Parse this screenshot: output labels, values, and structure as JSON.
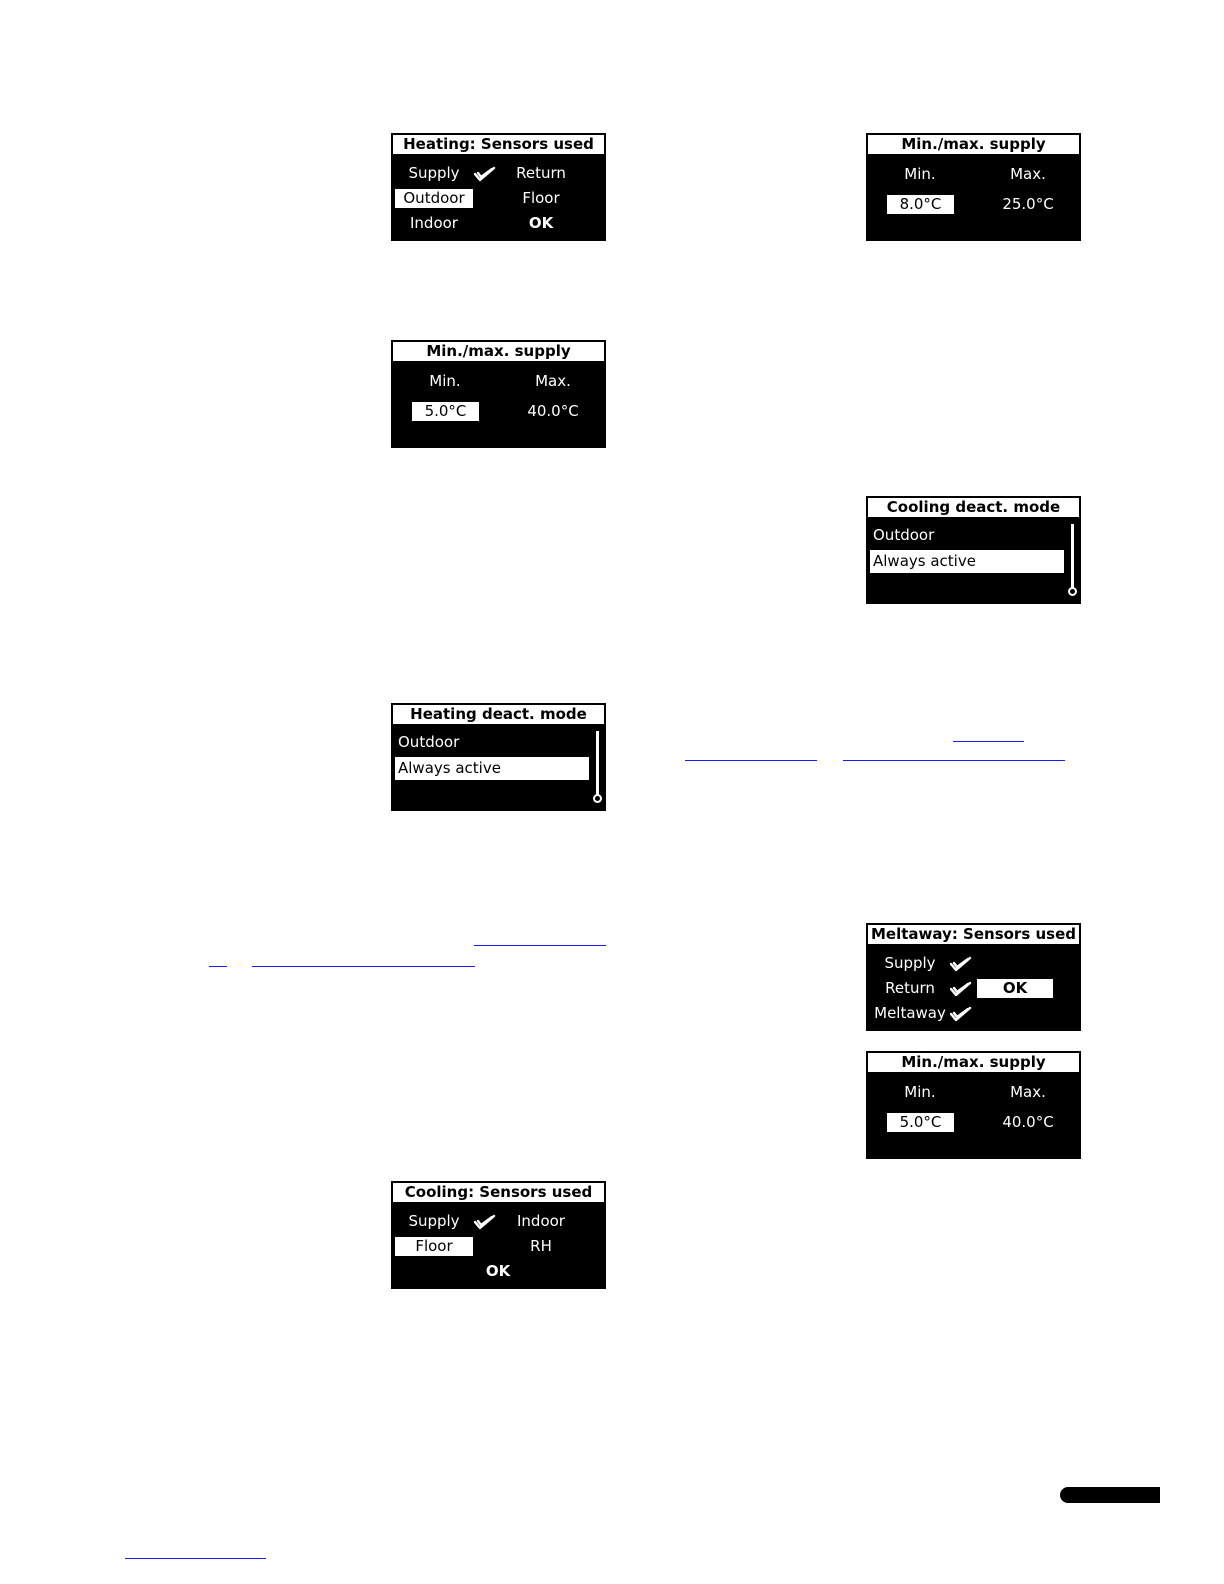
{
  "heating_sensors": {
    "title": "Heating: Sensors used",
    "supply": "Supply",
    "return": "Return",
    "outdoor": "Outdoor",
    "floor": "Floor",
    "indoor": "Indoor",
    "ok": "OK",
    "checked": [
      "Supply"
    ],
    "selected": "Outdoor"
  },
  "heating_minmax": {
    "title": "Min./max. supply",
    "min_label": "Min.",
    "max_label": "Max.",
    "min_value": "5.0°C",
    "max_value": "40.0°C",
    "selected": "min"
  },
  "heating_deact": {
    "title": "Heating deact. mode",
    "option_1": "Outdoor",
    "option_2": "Always active",
    "selected": "Always active"
  },
  "cooling_sensors": {
    "title": "Cooling: Sensors used",
    "supply": "Supply",
    "indoor": "Indoor",
    "floor": "Floor",
    "rh": "RH",
    "ok": "OK",
    "checked": [
      "Supply"
    ],
    "selected": "Floor"
  },
  "cooling_minmax": {
    "title": "Min./max. supply",
    "min_label": "Min.",
    "max_label": "Max.",
    "min_value": "8.0°C",
    "max_value": "25.0°C",
    "selected": "min"
  },
  "cooling_deact": {
    "title": "Cooling deact. mode",
    "option_1": "Outdoor",
    "option_2": "Always active",
    "selected": "Always active"
  },
  "meltaway_sensors": {
    "title": "Meltaway: Sensors used",
    "supply": "Supply",
    "return": "Return",
    "meltaway": "Meltaway",
    "ok": "OK",
    "checked": [
      "Supply",
      "Return",
      "Meltaway"
    ],
    "selected": "OK"
  },
  "meltaway_minmax": {
    "title": "Min./max. supply",
    "min_label": "Min.",
    "max_label": "Max.",
    "min_value": "5.0°C",
    "max_value": "40.0°C",
    "selected": "min"
  },
  "colors": {
    "lcd_background": "#000000",
    "lcd_foreground": "#ffffff",
    "link": "#1a1aff"
  },
  "icons": [
    "check-icon",
    "scroll-knob-icon"
  ]
}
